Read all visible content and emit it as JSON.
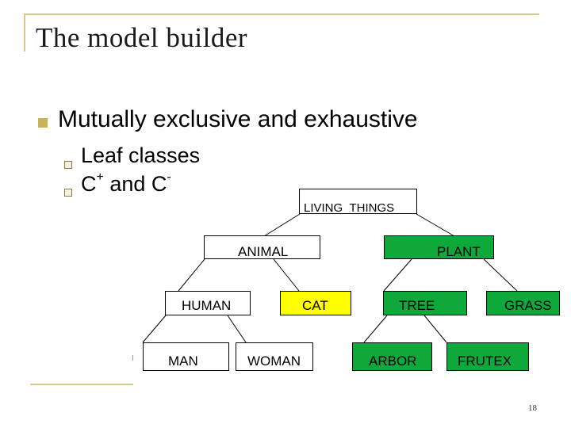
{
  "slide": {
    "title": "The model builder",
    "bullets": [
      {
        "text": "Mutually exclusive and exhaustive"
      }
    ],
    "sub_bullets": [
      {
        "text": "Leaf classes"
      },
      {
        "prefix": "C",
        "sup_plus": "+",
        "middle": " and C",
        "sup_minus": "-"
      }
    ],
    "page_number": "18"
  },
  "tree": {
    "root": "LIVING_THINGS",
    "animal": "ANIMAL",
    "plant": "PLANT",
    "human": "HUMAN",
    "cat": "CAT",
    "tree": "TREE",
    "grass": "GRASS",
    "man": "MAN",
    "woman": "WOMAN",
    "arbor": "ARBOR",
    "frutex": "FRUTEX"
  },
  "colors": {
    "accent_rule": "#d6c98a",
    "leaf_green": "#0fa83a",
    "positive_yellow": "#ffff00"
  }
}
